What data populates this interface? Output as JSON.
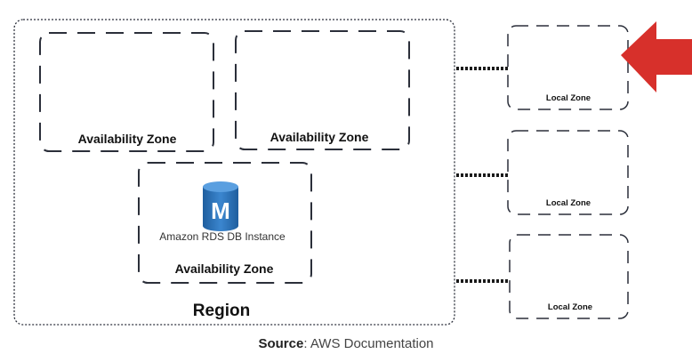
{
  "diagram": {
    "region_label": "Region",
    "availability_zone_label": "Availability Zone",
    "local_zone_label": "Local Zone",
    "rds": {
      "icon_letter": "M",
      "label": "Amazon RDS DB Instance"
    }
  },
  "caption": {
    "source_key": "Source",
    "source_value": ": AWS Documentation"
  },
  "colors": {
    "arrow": "#d7302b",
    "rds_icon": "#2e73b8",
    "border": "#2b2f3a"
  }
}
